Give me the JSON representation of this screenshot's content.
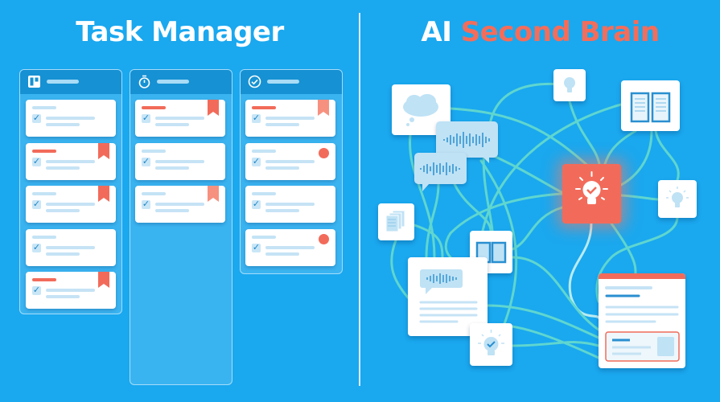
{
  "left_panel": {
    "title": "Task Manager"
  },
  "right_panel": {
    "title_prefix": "AI",
    "title_highlight": "Second Brain"
  },
  "colors": {
    "background": "#1aa8ef",
    "accent": "#f46d5a",
    "connector": "#5fd6cf"
  }
}
